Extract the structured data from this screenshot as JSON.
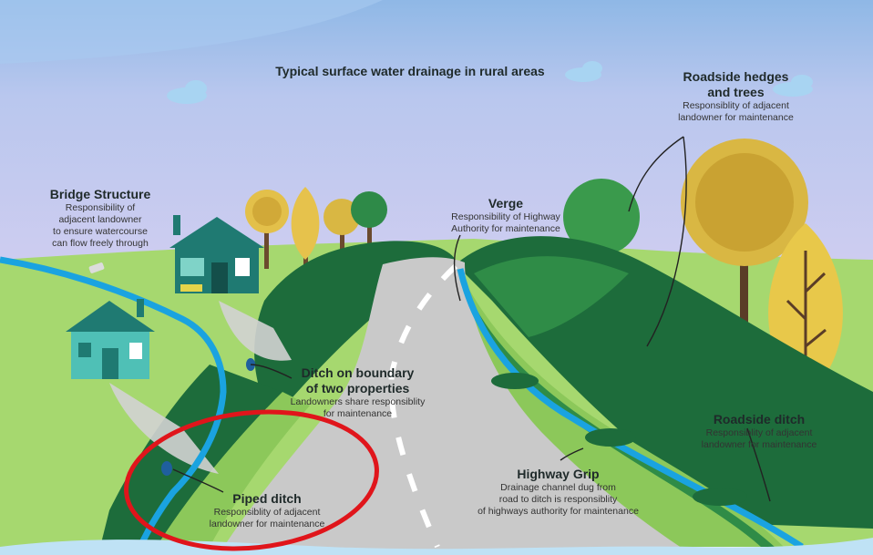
{
  "title": "Typical surface water drainage in rural areas",
  "labels": {
    "bridge": {
      "title": "Bridge Structure",
      "desc": [
        "Responsibility of",
        "adjacent landowner",
        "to ensure watercourse",
        "can flow freely through"
      ]
    },
    "verge": {
      "title": "Verge",
      "desc": [
        "Responsibility of Highway",
        "Authority for maintenance"
      ]
    },
    "hedges": {
      "title": [
        "Roadside hedges",
        "and trees"
      ],
      "desc": [
        "Responsiblity of adjacent",
        "landowner for maintenance"
      ]
    },
    "ditch_boundary": {
      "title": [
        "Ditch on boundary",
        "of two properties"
      ],
      "desc": [
        "Landowners share responsiblity",
        "for maintenance"
      ]
    },
    "roadside_ditch": {
      "title": "Roadside ditch",
      "desc": [
        "Responsiblity of adjacent",
        "landowner for maintenance"
      ]
    },
    "highway_grip": {
      "title": "Highway Grip",
      "desc": [
        "Drainage channel dug from",
        "road to ditch is responsiblity",
        "of highways authority for maintenance"
      ]
    },
    "piped_ditch": {
      "title": "Piped ditch",
      "desc": [
        "Responsiblity of adjacent",
        "landowner for maintenance"
      ]
    }
  },
  "colors": {
    "sky_top": "#8fb8e6",
    "sky_bottom": "#cfcdf0",
    "field": "#9fd36b",
    "hedge_dark": "#1c6b3a",
    "hedge_mid": "#2f8c47",
    "road": "#c8c8c8",
    "water": "#1aa3e0",
    "highlight_ring": "#e0151b",
    "house": "#1f7a72",
    "house_light": "#55c9c0"
  }
}
